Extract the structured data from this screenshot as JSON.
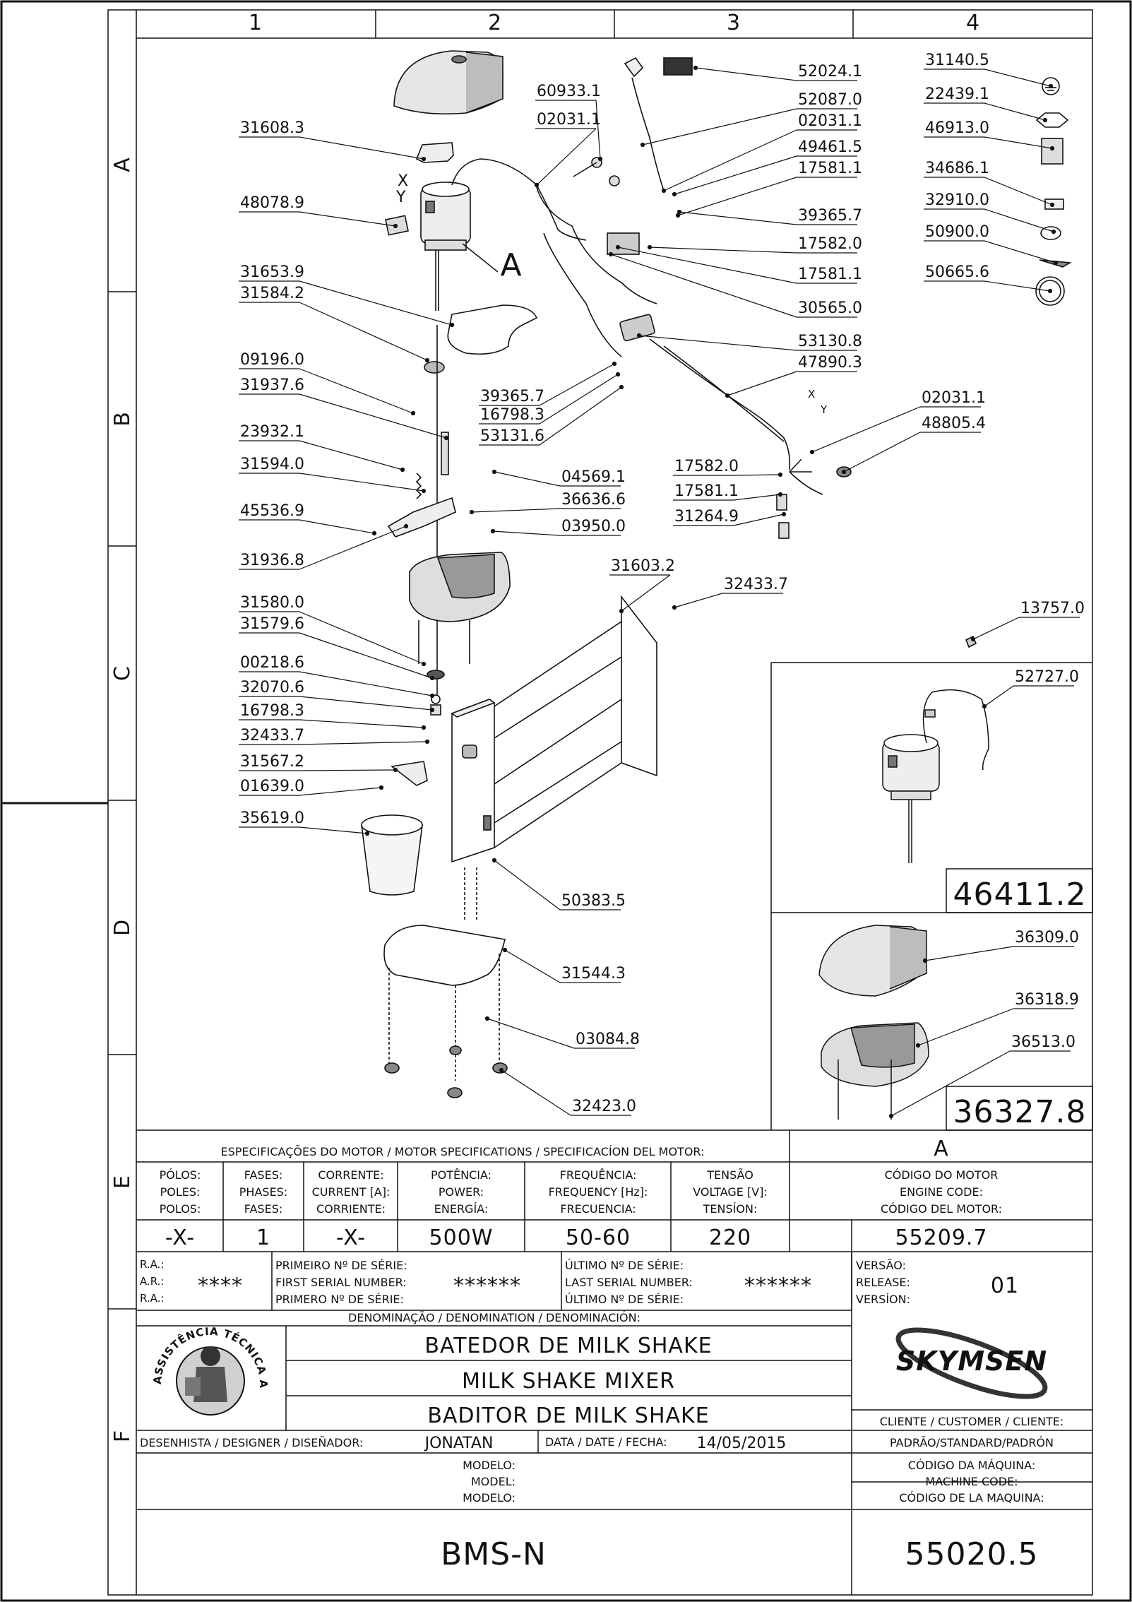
{
  "columns": [
    "1",
    "2",
    "3",
    "4"
  ],
  "rows": [
    "A",
    "B",
    "C",
    "D",
    "E",
    "F"
  ],
  "parts": [
    {
      "id": "p1",
      "code": "31608.3"
    },
    {
      "id": "p2",
      "code": "48078.9"
    },
    {
      "id": "p3",
      "code": "31653.9"
    },
    {
      "id": "p4",
      "code": "31584.2"
    },
    {
      "id": "p5",
      "code": "09196.0"
    },
    {
      "id": "p6",
      "code": "31937.6"
    },
    {
      "id": "p7",
      "code": "23932.1"
    },
    {
      "id": "p8",
      "code": "31594.0"
    },
    {
      "id": "p9",
      "code": "45536.9"
    },
    {
      "id": "p10",
      "code": "31936.8"
    },
    {
      "id": "p11",
      "code": "31580.0"
    },
    {
      "id": "p12",
      "code": "31579.6"
    },
    {
      "id": "p13",
      "code": "00218.6"
    },
    {
      "id": "p14",
      "code": "32070.6"
    },
    {
      "id": "p15",
      "code": "16798.3"
    },
    {
      "id": "p16",
      "code": "32433.7"
    },
    {
      "id": "p17",
      "code": "31567.2"
    },
    {
      "id": "p18",
      "code": "01639.0"
    },
    {
      "id": "p19",
      "code": "35619.0"
    },
    {
      "id": "p20",
      "code": "60933.1"
    },
    {
      "id": "p21",
      "code": "02031.1"
    },
    {
      "id": "p22",
      "code": "52024.1"
    },
    {
      "id": "p23",
      "code": "52087.0"
    },
    {
      "id": "p24",
      "code": "02031.1"
    },
    {
      "id": "p25",
      "code": "49461.5"
    },
    {
      "id": "p26",
      "code": "17581.1"
    },
    {
      "id": "p27",
      "code": "39365.7"
    },
    {
      "id": "p28",
      "code": "17582.0"
    },
    {
      "id": "p29",
      "code": "17581.1"
    },
    {
      "id": "p30",
      "code": "30565.0"
    },
    {
      "id": "p31",
      "code": "53130.8"
    },
    {
      "id": "p32",
      "code": "47890.3"
    },
    {
      "id": "p33",
      "code": "39365.7"
    },
    {
      "id": "p34",
      "code": "16798.3"
    },
    {
      "id": "p35",
      "code": "53131.6"
    },
    {
      "id": "p36",
      "code": "04569.1"
    },
    {
      "id": "p37",
      "code": "36636.6"
    },
    {
      "id": "p38",
      "code": "03950.0"
    },
    {
      "id": "p39",
      "code": "02031.1"
    },
    {
      "id": "p40",
      "code": "48805.4"
    },
    {
      "id": "p41",
      "code": "17582.0"
    },
    {
      "id": "p42",
      "code": "17581.1"
    },
    {
      "id": "p43",
      "code": "31264.9"
    },
    {
      "id": "p44",
      "code": "31603.2"
    },
    {
      "id": "p45",
      "code": "32433.7"
    },
    {
      "id": "p46",
      "code": "50383.5"
    },
    {
      "id": "p47",
      "code": "31544.3"
    },
    {
      "id": "p48",
      "code": "03084.8"
    },
    {
      "id": "p49",
      "code": "32423.0"
    },
    {
      "id": "p50",
      "code": "31140.5"
    },
    {
      "id": "p51",
      "code": "22439.1"
    },
    {
      "id": "p52",
      "code": "46913.0"
    },
    {
      "id": "p53",
      "code": "34686.1"
    },
    {
      "id": "p54",
      "code": "32910.0"
    },
    {
      "id": "p55",
      "code": "50900.0"
    },
    {
      "id": "p56",
      "code": "50665.6"
    },
    {
      "id": "p57",
      "code": "13757.0"
    },
    {
      "id": "p58",
      "code": "52727.0"
    },
    {
      "id": "p59",
      "code": "36309.0"
    },
    {
      "id": "p60",
      "code": "36318.9"
    },
    {
      "id": "p61",
      "code": "36513.0"
    }
  ],
  "detail_marker": "A",
  "wire_x": "X",
  "wire_y": "Y",
  "kit_motor_code": "46411.2",
  "kit_bowl_code": "36327.8",
  "motor_specs": {
    "title": "ESPECIFICAÇÕES DO MOTOR / MOTOR SPECIFICATIONS / SPECIFICACÍON DEL MOTOR:",
    "headers": [
      [
        "PÓLOS:",
        "POLES:",
        "POLOS:"
      ],
      [
        "FASES:",
        "PHASES:",
        "FASES:"
      ],
      [
        "CORRENTE:",
        "CURRENT [A]:",
        "CORRIENTE:"
      ],
      [
        "POTÊNCIA:",
        "POWER:",
        "ENERGÍA:"
      ],
      [
        "FREQUÊNCIA:",
        "FREQUENCY [Hz]:",
        "FRECUENCIA:"
      ],
      [
        "TENSÃO",
        "VOLTAGE [V]:",
        "TENSÍON:"
      ],
      [
        "CÓDIGO DO MOTOR",
        "ENGINE CODE:",
        "CÓDIGO DEL MOTOR:"
      ]
    ],
    "values": [
      "-X-",
      "1",
      "-X-",
      "500W",
      "50-60",
      "220",
      "55209.7"
    ],
    "code_col_title": "A"
  },
  "serials": {
    "ra_labels": [
      "R.A.:",
      "A.R.:",
      "R.A.:"
    ],
    "ra_value": "****",
    "first_labels": [
      "PRIMEIRO Nº DE SÉRIE:",
      "FIRST SERIAL NUMBER:",
      "PRIMERO Nº DE SÉRIE:"
    ],
    "first_value": "******",
    "last_labels": [
      "ÚLTIMO Nº DE SÉRIE:",
      "LAST SERIAL NUMBER:",
      "ÚLTIMO Nº DE SÉRIE:"
    ],
    "last_value": "******",
    "version_labels": [
      "VERSÃO:",
      "RELEASE:",
      "VERSÍON:"
    ],
    "version_value": "01"
  },
  "title_block": {
    "denomination_label": "DENOMINAÇÃO / DENOMINATION / DENOMINACIÓN:",
    "names": [
      "BATEDOR DE MILK SHAKE",
      "MILK SHAKE MIXER",
      "BADITOR DE MILK SHAKE"
    ],
    "seal_text": "ASSISTÊNCIA TÉCNICA AUTORIZADA",
    "brand": "SKYMSEN",
    "customer_label": "CLIENTE / CUSTOMER / CLIENTE:",
    "customer_value": "PADRÃO/STANDARD/PADRÓN",
    "designer_label": "DESENHISTA / DESIGNER / DISEÑADOR:",
    "designer_value": "JONATAN",
    "date_label": "DATA / DATE / FECHA:",
    "date_value": "14/05/2015",
    "model_labels": [
      "MODELO:",
      "MODEL:",
      "MODELO:"
    ],
    "model_value": "BMS-N",
    "machine_code_labels": [
      "CÓDIGO DA MÁQUINA:",
      "MACHINE CODE:",
      "CÓDIGO DE LA MAQUINA:"
    ],
    "machine_code_value": "55020.5"
  },
  "colors": {
    "ink": "#111111",
    "paper": "#ffffff",
    "shade": "#cfcfcf"
  }
}
